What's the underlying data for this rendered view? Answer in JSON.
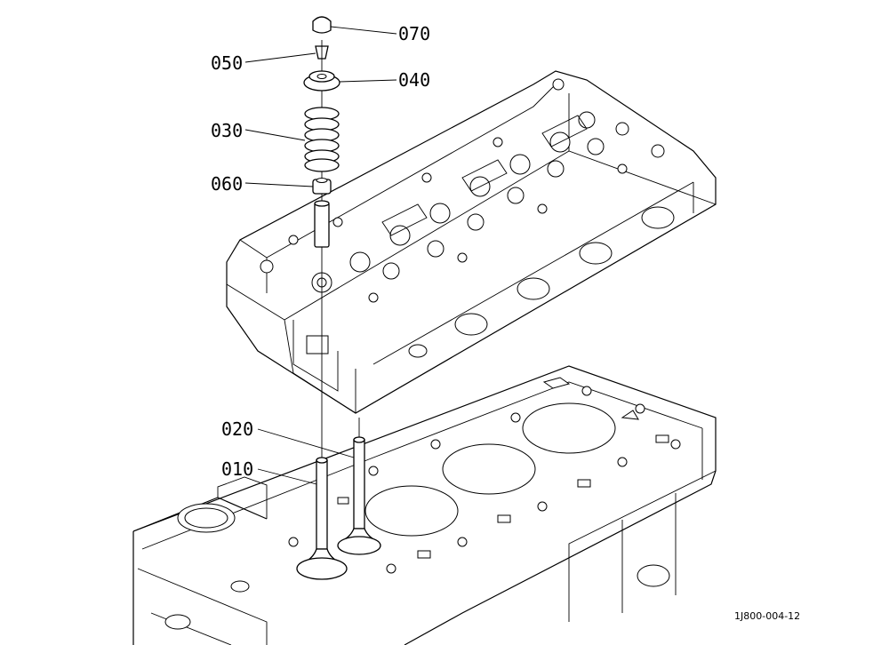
{
  "callouts": {
    "c070": "070",
    "c050": "050",
    "c040": "040",
    "c030": "030",
    "c060": "060",
    "c020": "020",
    "c010": "010"
  },
  "figure_code": "1J800-004-12"
}
